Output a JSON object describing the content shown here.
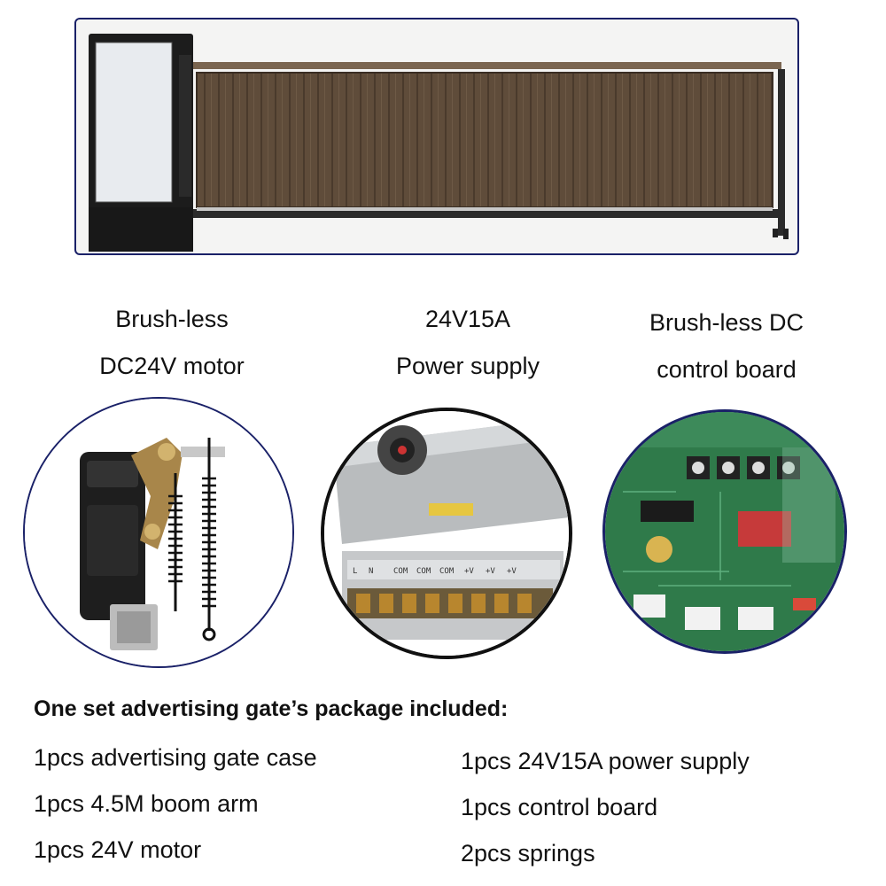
{
  "captions": {
    "motor": [
      "Brush-less",
      "DC24V motor"
    ],
    "power": [
      "24V15A",
      "Power supply"
    ],
    "board": [
      "Brush-less DC",
      "control board"
    ]
  },
  "package": {
    "title": "One set advertising gate’s package included:",
    "left_items": [
      "1pcs advertising gate case",
      "1pcs 4.5M boom arm",
      "1pcs 24V motor"
    ],
    "right_items": [
      "1pcs 24V15A power supply",
      "1pcs control board",
      "2pcs springs"
    ]
  },
  "power_terminal_labels": [
    "L",
    "N",
    "COM",
    "COM",
    "COM",
    "+V",
    "+V",
    "+V"
  ],
  "colors": {
    "frame_border": "#1a2168",
    "panel_fill": "#5c4a38",
    "board_green": "#2f7a4a"
  }
}
